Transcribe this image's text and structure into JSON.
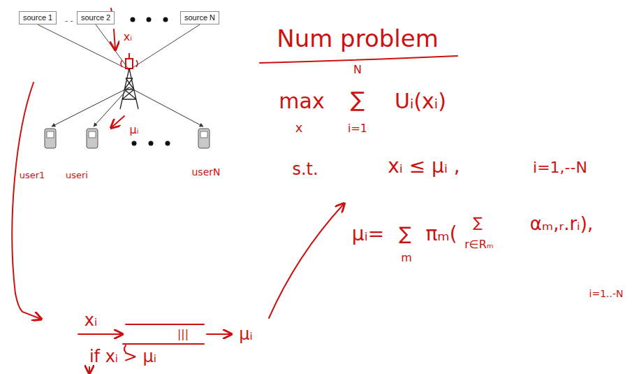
{
  "diagram": {
    "title": "Num problem",
    "nodes": [
      {
        "text": [
          "source 1"
        ]
      },
      {
        "text": [
          "source 2"
        ]
      },
      {
        "text": [
          "source N"
        ]
      }
    ],
    "labels": [
      "- -",
      "xᵢ",
      "μᵢ",
      "user1",
      "useri",
      "userN",
      "N",
      "max",
      "∑",
      "Uᵢ(xᵢ)",
      "x",
      "i=1",
      "s.t.",
      "xᵢ ≤ μᵢ ,",
      "i=1,--N",
      "μᵢ=",
      "∑",
      "m",
      "πₘ(",
      "∑",
      "r∈Rₘ",
      "αₘ,ᵣ.rᵢ),",
      "i=1..-N",
      "xᵢ",
      "|||",
      "μᵢ",
      "if xᵢ > μᵢ"
    ]
  }
}
